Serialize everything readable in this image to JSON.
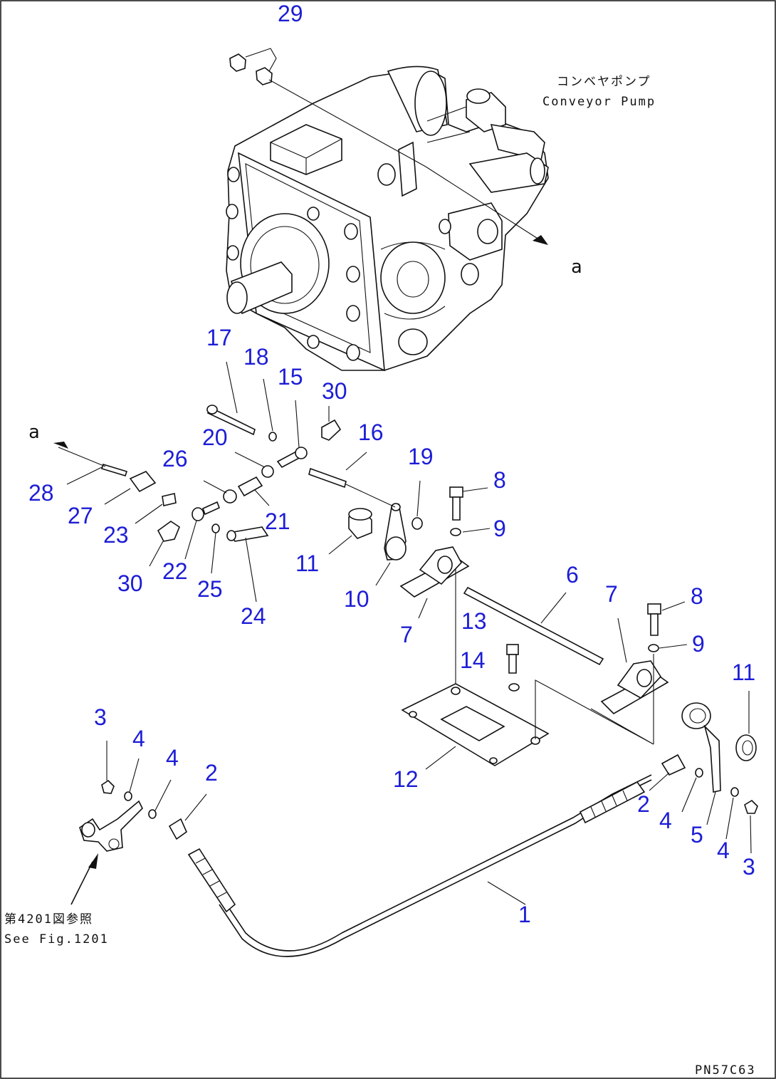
{
  "pump_label_jp": "コンベヤポンプ",
  "pump_label_en": "Conveyor Pump",
  "view_marker": "a",
  "see_fig_jp": "第4201図参照",
  "see_fig_en": "See Fig.1201",
  "drawing_code": "PN57C63",
  "part_numbers": [
    "29",
    "17",
    "18",
    "15",
    "30",
    "16",
    "20",
    "26",
    "19",
    "8",
    "9",
    "28",
    "27",
    "21",
    "23",
    "11",
    "30",
    "22",
    "25",
    "10",
    "24",
    "6",
    "7",
    "7",
    "13",
    "8",
    "9",
    "14",
    "11",
    "3",
    "4",
    "4",
    "2",
    "12",
    "2",
    "4",
    "5",
    "4",
    "3",
    "1"
  ]
}
